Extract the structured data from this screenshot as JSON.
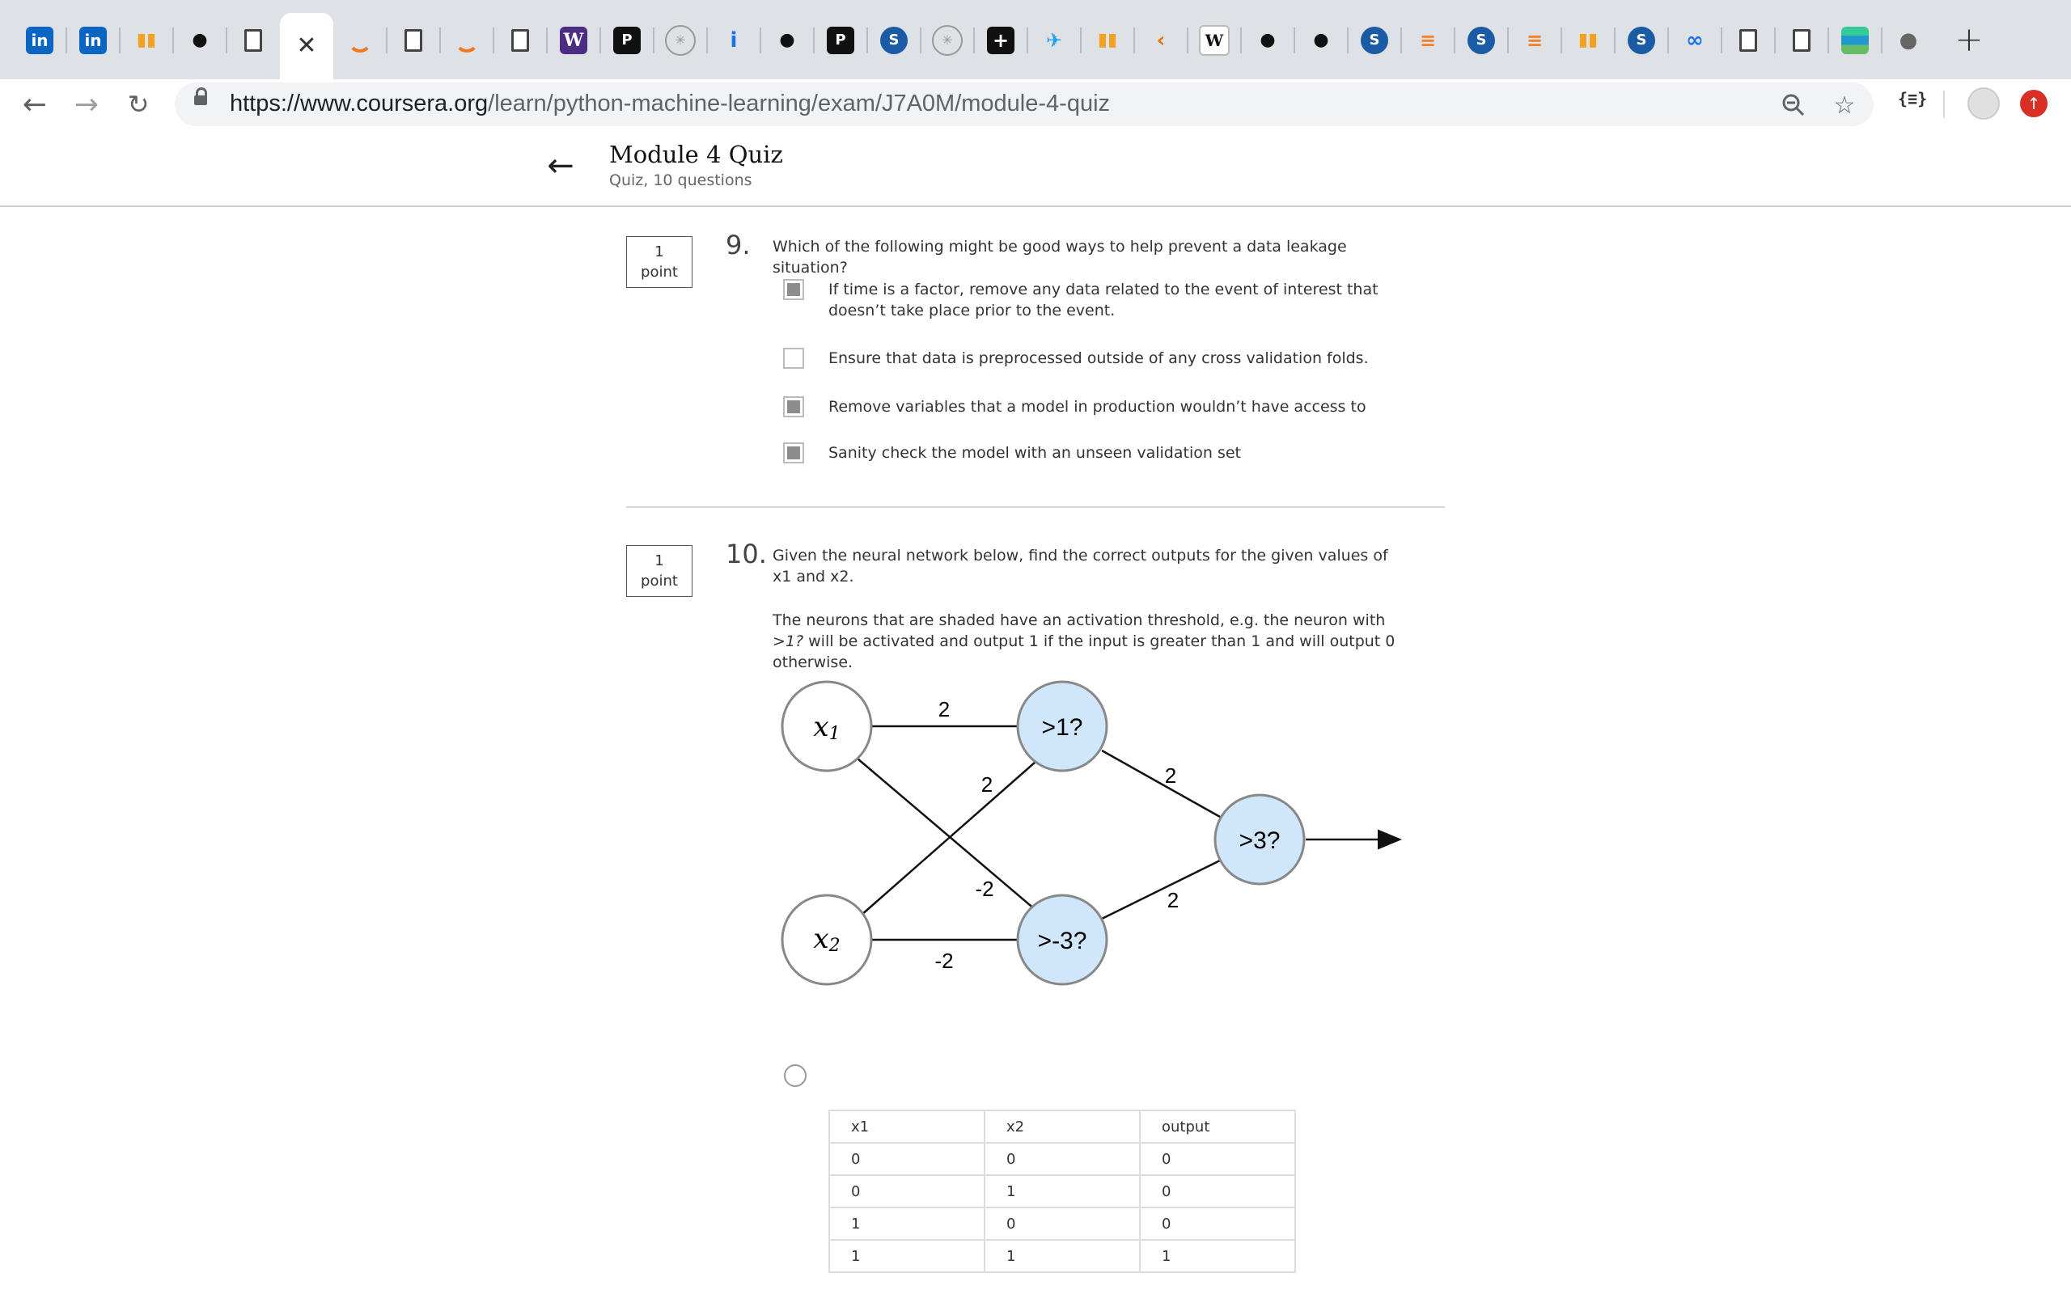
{
  "browser": {
    "tabs": [
      {
        "icon": "linkedin-icon",
        "glyph": "in",
        "style": "fav-li"
      },
      {
        "icon": "linkedin-icon",
        "glyph": "in",
        "style": "fav-li"
      },
      {
        "icon": "chart-bars-icon",
        "glyph": "▮▮",
        "style": "fav-bar"
      },
      {
        "icon": "github-icon",
        "glyph": "●",
        "style": "fav-gh"
      },
      {
        "icon": "document-icon",
        "glyph": "",
        "style": "fav-doc"
      },
      {
        "icon": "close-icon",
        "glyph": "✕",
        "style": "fav-close",
        "active": true
      },
      {
        "icon": "coursera-icon",
        "glyph": "",
        "style": "fav-arc"
      },
      {
        "icon": "document-icon",
        "glyph": "",
        "style": "fav-doc"
      },
      {
        "icon": "coursera-icon",
        "glyph": "",
        "style": "fav-arc"
      },
      {
        "icon": "document-icon",
        "glyph": "",
        "style": "fav-doc"
      },
      {
        "icon": "uw-icon",
        "glyph": "W",
        "style": "fav-w"
      },
      {
        "icon": "p-icon",
        "glyph": "P",
        "style": "fav-p"
      },
      {
        "icon": "wheel-icon",
        "glyph": "✳",
        "style": "fav-circ"
      },
      {
        "icon": "info-icon",
        "glyph": "i",
        "style": "fav-i"
      },
      {
        "icon": "github-icon",
        "glyph": "●",
        "style": "fav-gh"
      },
      {
        "icon": "p-icon",
        "glyph": "P",
        "style": "fav-p"
      },
      {
        "icon": "s-icon",
        "glyph": "S",
        "style": "fav-s"
      },
      {
        "icon": "wheel-icon",
        "glyph": "✳",
        "style": "fav-circ"
      },
      {
        "icon": "plus-box-icon",
        "glyph": "+",
        "style": "fav-plusbox"
      },
      {
        "icon": "bird-icon",
        "glyph": "✈",
        "style": "fav-cycle"
      },
      {
        "icon": "chart-bars-icon",
        "glyph": "▮▮",
        "style": "fav-bar"
      },
      {
        "icon": "chevron-icon",
        "glyph": "‹",
        "style": "fav-chev"
      },
      {
        "icon": "wikipedia-icon",
        "glyph": "W",
        "style": "fav-wk"
      },
      {
        "icon": "github-icon",
        "glyph": "●",
        "style": "fav-gh"
      },
      {
        "icon": "github-icon",
        "glyph": "●",
        "style": "fav-gh"
      },
      {
        "icon": "s-icon",
        "glyph": "S",
        "style": "fav-s"
      },
      {
        "icon": "stackoverflow-icon",
        "glyph": "≡",
        "style": "fav-so"
      },
      {
        "icon": "s-icon",
        "glyph": "S",
        "style": "fav-s"
      },
      {
        "icon": "stackoverflow-icon",
        "glyph": "≡",
        "style": "fav-so"
      },
      {
        "icon": "chart-bars-icon",
        "glyph": "▮▮",
        "style": "fav-bar"
      },
      {
        "icon": "s-icon",
        "glyph": "S",
        "style": "fav-s"
      },
      {
        "icon": "infinity-icon",
        "glyph": "∞",
        "style": "fav-inf"
      },
      {
        "icon": "document-icon",
        "glyph": "",
        "style": "fav-doc"
      },
      {
        "icon": "document-icon",
        "glyph": "",
        "style": "fav-doc"
      },
      {
        "icon": "grid-icon",
        "glyph": "",
        "style": "fav-grid"
      },
      {
        "icon": "apple-icon",
        "glyph": "●",
        "style": "fav-apple"
      }
    ],
    "url_host": "https://www.coursera.org",
    "url_path": "/learn/python-machine-learning/exam/J7A0M/module-4-quiz",
    "extension_label": "{≡}"
  },
  "quiz": {
    "title": "Module 4 Quiz",
    "subtitle": "Quiz, 10 questions"
  },
  "q9": {
    "points_value": "1",
    "points_label": "point",
    "number": "9.",
    "text": "Which of the following might be good ways to help prevent a data leakage situation?",
    "options": [
      {
        "text": "If time is a factor, remove any data related to the event of interest that doesn’t take place prior to the event.",
        "checked": true
      },
      {
        "text": "Ensure that data is preprocessed outside of any cross validation folds.",
        "checked": false
      },
      {
        "text": "Remove variables that a model in production wouldn’t have access to",
        "checked": true
      },
      {
        "text": "Sanity check the model with an unseen validation set",
        "checked": true
      }
    ]
  },
  "q10": {
    "points_value": "1",
    "points_label": "point",
    "number": "10.",
    "text": "Given the neural network below, find the correct outputs for the given values of x1 and x2.",
    "note_pre": "The neurons that are shaded have an activation threshold, e.g. the neuron with ",
    "note_em": ">1?",
    "note_post": " will be activated and output 1 if the input is greater than 1 and will output 0 otherwise.",
    "diagram": {
      "x1_label": "x",
      "x1_sub": "1",
      "x2_label": "x",
      "x2_sub": "2",
      "h1_label": ">1?",
      "h2_label": ">-3?",
      "out_label": ">3?",
      "w_x1_h1": "2",
      "w_x2_h1": "2",
      "w_x1_h2": "-2",
      "w_x2_h2": "-2",
      "w_h1_out": "2",
      "w_h2_out": "2",
      "shade_color": "#cfe6fb"
    },
    "table": {
      "headers": [
        "x1",
        "x2",
        "output"
      ],
      "rows": [
        [
          "0",
          "0",
          "0"
        ],
        [
          "0",
          "1",
          "0"
        ],
        [
          "1",
          "0",
          "0"
        ],
        [
          "1",
          "1",
          "1"
        ]
      ]
    }
  }
}
